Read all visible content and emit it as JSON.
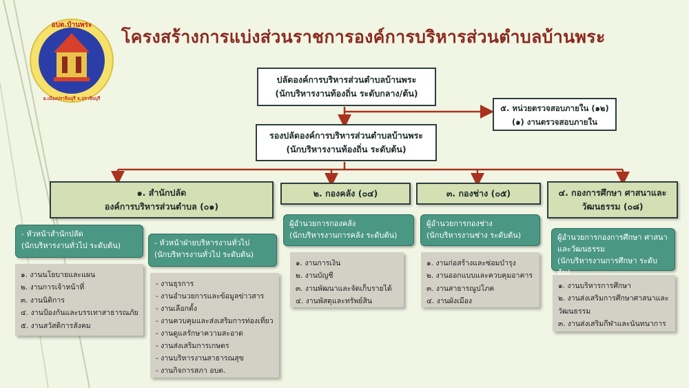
{
  "title": "โครงสร้างการแบ่งส่วนราชการองค์การบริหารส่วนตำบลบ้านพระ",
  "logo": {
    "top_text": "อบต.บ้านพระ",
    "bottom_text": "อ.เมืองปราจีนบุรี จ.ปราจีนบุรี"
  },
  "chief": {
    "line1": "ปลัดองค์การบริหารส่วนตำบลบ้านพระ",
    "line2": "(นักบริหารงานท้องถิ่น ระดับกลาง/ต้น)"
  },
  "audit": {
    "line1": "๕. หน่วยตรวจสอบภายใน (๑๒)",
    "line2": "(๑) งานตรวจสอบภายใน"
  },
  "deputy": {
    "line1": "รองปลัดองค์การบริหารส่วนตำบลบ้านพระ",
    "line2": "(นักบริหารงานท้องถิ่น ระดับต้น)"
  },
  "dept1": {
    "line1": "๑. สำนักปลัด",
    "line2": "องค์การบริหารส่วนตำบล (๐๑)",
    "head1": {
      "line1": "- หัวหน้าสำนักปลัด",
      "line2": "(นักบริหารงานทั่วไป ระดับต้น)"
    },
    "head2": {
      "line1": "- หัวหน้าฝ่ายบริหารงานทั่วไป",
      "line2": "(นักบริหารงานทั่วไป ระดับต้น)"
    },
    "list1": [
      "๑. งานนโยบายและแผน",
      "๒. งานการเจ้าหน้าที่",
      "๓. งานนิติการ",
      "๔. งานป้องกันและบรรเทาสาธารณภัย",
      "๕. งานสวัสดิการสังคม"
    ],
    "list2": [
      "- งานธุรการ",
      "- งานอำนวยการและข้อมูลข่าวสาร",
      "- งานเลือกตั้ง",
      "- งานควบคุมและส่งเสริมการท่องเที่ยว",
      "- งานดูแลรักษาความสะอาด",
      "- งานส่งเสริมการเกษตร",
      "- งานบริหารงานสาธารณสุข",
      "- งานกิจการสภา อบต."
    ]
  },
  "dept2": {
    "line1": "๒. กองคลัง (๐๔)",
    "head": {
      "line1": "ผู้อำนวยการกองคลัง",
      "line2": "(นักบริหารงานการคลัง ระดับต้น)"
    },
    "list": [
      "๑. งานการเงิน",
      "๒. งานบัญชี",
      "๓. งานพัฒนาและจัดเก็บรายได้",
      "๔. งานพัสดุและทรัพย์สิน"
    ]
  },
  "dept3": {
    "line1": "๓. กองช่าง (๐๕)",
    "head": {
      "line1": "ผู้อำนวยการกองช่าง",
      "line2": "(นักบริหารงานช่าง ระดับต้น)"
    },
    "list": [
      "๑. งานก่อสร้างและซ่อมบำรุง",
      "๒. งานออกแบบและควบคุมอาคาร",
      "๓. งานสาธารณูปโภค",
      "๔. งานผังเมือง"
    ]
  },
  "dept4": {
    "line1": "๔. กองการศึกษา ศาสนาและ",
    "line2": "วัฒนธรรม (๐๘)",
    "head": {
      "line1": "ผู้อำนวยการกองการศึกษา ศาสนา",
      "line2": "และวัฒนธรรม",
      "line3": "(นักบริหารงานการศึกษา ระดับต้น)"
    },
    "list": [
      "๑. งานบริหารการศึกษา",
      "๒. งานส่งเสริมการศึกษาศาสนาและ",
      "วัฒนธรรม",
      "๓. งานส่งเสริมกีฬาและนันทนาการ"
    ]
  },
  "colors": {
    "title": "#8b2a1f",
    "connector": "#a8321e",
    "green_box": "#d4e0b4",
    "teal_box": "#4a9784",
    "list_box": "#d3d0c6"
  }
}
